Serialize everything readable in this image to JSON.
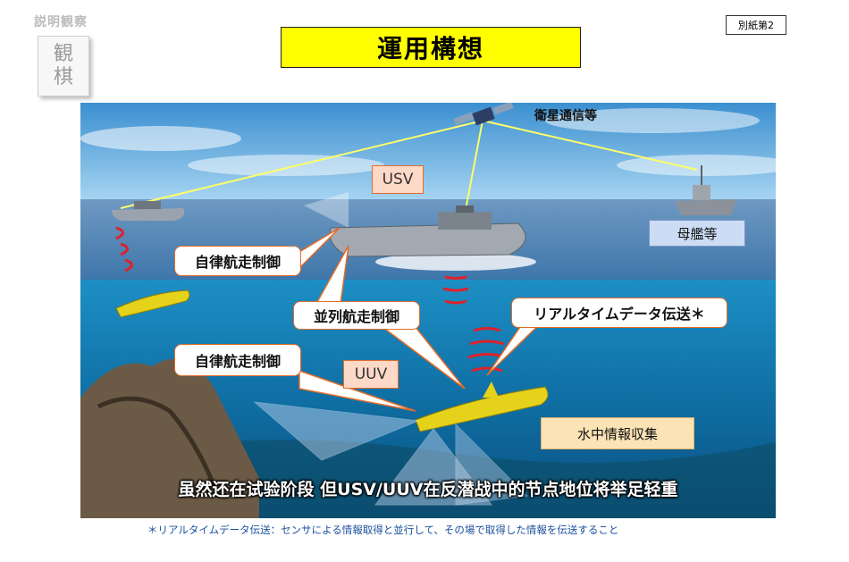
{
  "logo": {
    "top_text": "説明観察",
    "box_line1": "観",
    "box_line2": "棋"
  },
  "attachment_label": "別紙第2",
  "title": "運用構想",
  "scene": {
    "satellite_label": "衛星通信等",
    "usv_label": "USV",
    "mothership_label": "母艦等",
    "autonomous_control_upper": "自律航走制御",
    "parallel_control": "並列航走制御",
    "realtime_transfer": "リアルタイムデータ伝送＊",
    "autonomous_control_lower": "自律航走制御",
    "uuv_label": "UUV",
    "underwater_info": "水中情報収集"
  },
  "caption": "虽然还在试验阶段 但USV/UUV在反潜战中的节点地位将举足轻重",
  "footnote": "＊リアルタイムデータ伝送：センサによる情報取得と並行して、その場で取得した情報を伝送すること",
  "colors": {
    "title_bg": "#ffff00",
    "callout_border": "#e36c2a",
    "sea_deep": "#0a5e8f",
    "sky": "#4aa3dd",
    "signal": "#e0202a"
  }
}
